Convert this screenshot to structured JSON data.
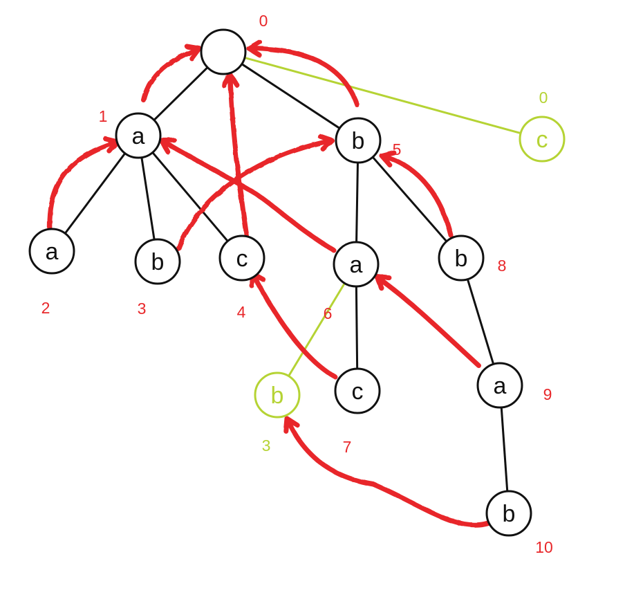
{
  "nodes": [
    {
      "id": "root",
      "letter": "",
      "index": "0",
      "color": "black"
    },
    {
      "id": "n1",
      "letter": "a",
      "index": "1",
      "color": "black"
    },
    {
      "id": "n2",
      "letter": "a",
      "index": "2",
      "color": "black"
    },
    {
      "id": "n3",
      "letter": "b",
      "index": "3",
      "color": "black"
    },
    {
      "id": "n4",
      "letter": "c",
      "index": "4",
      "color": "black"
    },
    {
      "id": "n5",
      "letter": "b",
      "index": "5",
      "color": "black"
    },
    {
      "id": "n6",
      "letter": "a",
      "index": "6",
      "color": "black"
    },
    {
      "id": "n7",
      "letter": "c",
      "index": "7",
      "color": "black"
    },
    {
      "id": "n8",
      "letter": "b",
      "index": "8",
      "color": "black"
    },
    {
      "id": "n9",
      "letter": "a",
      "index": "9",
      "color": "black"
    },
    {
      "id": "n10",
      "letter": "b",
      "index": "10",
      "color": "black"
    },
    {
      "id": "gc",
      "letter": "c",
      "index": "0",
      "color": "green"
    },
    {
      "id": "gb",
      "letter": "b",
      "index": "3",
      "color": "green"
    }
  ],
  "tree_edges": [
    [
      "root",
      "n1"
    ],
    [
      "root",
      "n5"
    ],
    [
      "n1",
      "n2"
    ],
    [
      "n1",
      "n3"
    ],
    [
      "n1",
      "n4"
    ],
    [
      "n5",
      "n6"
    ],
    [
      "n5",
      "n8"
    ],
    [
      "n6",
      "n7"
    ],
    [
      "n8",
      "n9"
    ],
    [
      "n9",
      "n10"
    ]
  ],
  "green_edges": [
    [
      "root",
      "gc"
    ],
    [
      "n6",
      "gb"
    ]
  ],
  "fail_links": [
    [
      "n1",
      "root"
    ],
    [
      "n2",
      "n1"
    ],
    [
      "n3",
      "n5"
    ],
    [
      "n4",
      "root"
    ],
    [
      "n5",
      "root"
    ],
    [
      "n6",
      "n1"
    ],
    [
      "n7",
      "n4"
    ],
    [
      "n8",
      "n5"
    ],
    [
      "n9",
      "n6"
    ],
    [
      "n10",
      "gb"
    ]
  ],
  "colors": {
    "edge": "#111111",
    "green": "#b5d334",
    "red": "#e8272a"
  }
}
